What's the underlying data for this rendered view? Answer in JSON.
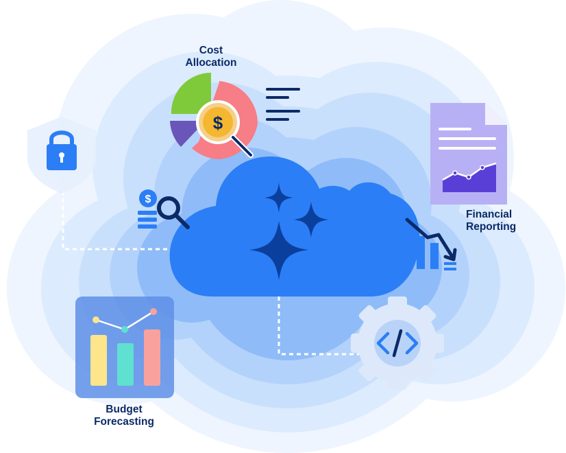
{
  "labels": {
    "cost_allocation": [
      "Cost",
      "Allocation"
    ],
    "financial_reporting": [
      "Financial",
      "Reporting"
    ],
    "budget_forecasting": [
      "Budget",
      "Forecasting"
    ]
  },
  "icons": {
    "center": "sparkle-stars-icon",
    "lock": "lock-icon",
    "search": "dollar-search-icon",
    "pie": "pie-chart-icon",
    "document": "report-document-icon",
    "trend": "declining-bars-icon",
    "gear": "code-gear-icon",
    "bars": "bar-chart-icon"
  },
  "colors": {
    "navy": "#0b2a66",
    "primary_blue": "#1d6ff2",
    "mid_blue": "#5a9bf5",
    "light_blue": "#cfe2fc",
    "green": "#7fca3b",
    "pink": "#f77d86",
    "purple": "#6a55b8",
    "gold": "#f5b630",
    "yellow": "#fde58b",
    "teal": "#5fe0d0",
    "salmon": "#f9a29d"
  }
}
